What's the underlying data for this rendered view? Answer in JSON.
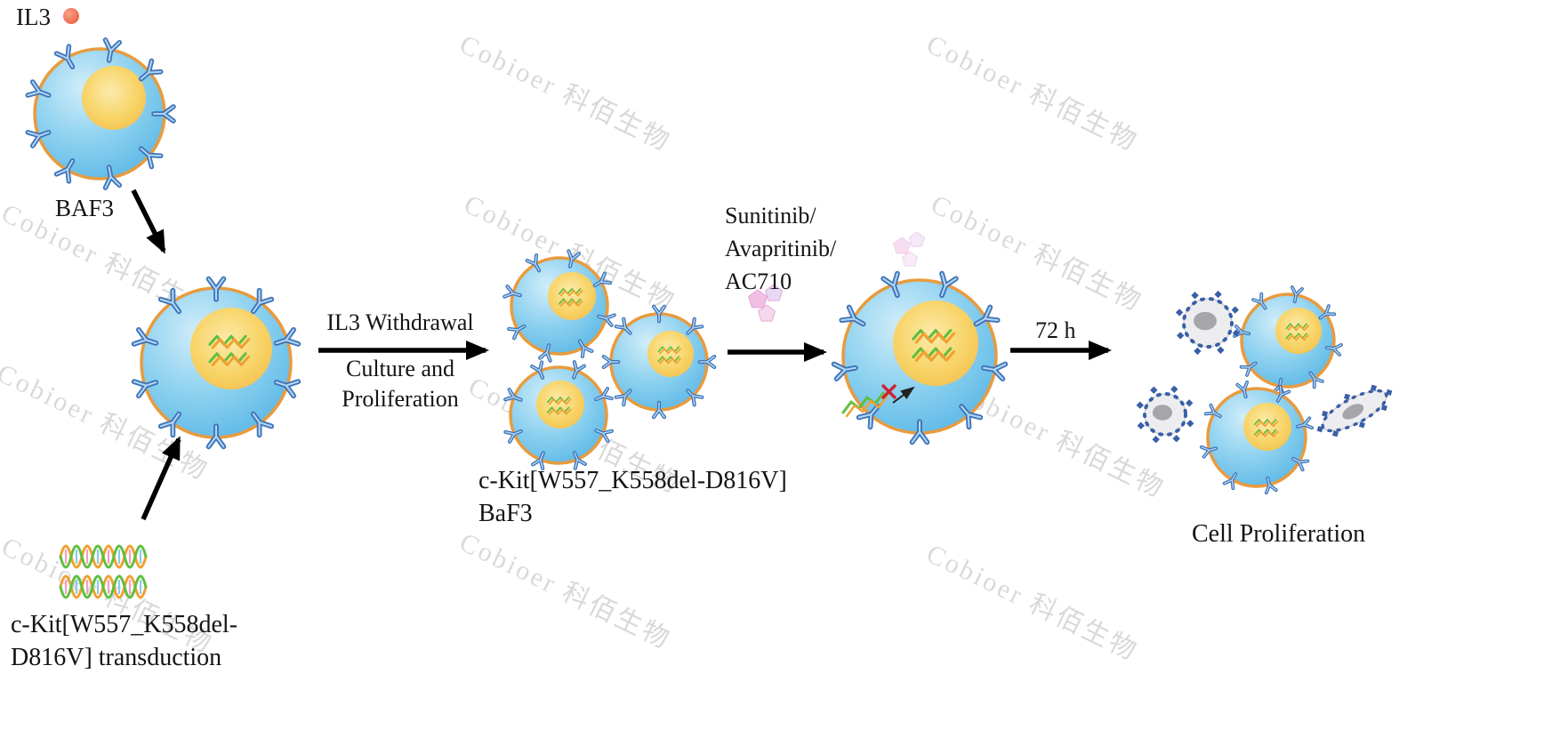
{
  "watermark": {
    "text": "Cobioer 科佰生物"
  },
  "labels": {
    "il3": "IL3",
    "baf3": "BAF3",
    "transduction_line1": "c-Kit[W557_K558del-",
    "transduction_line2": "D816V] transduction",
    "withdrawal": "IL3 Withdrawal",
    "culture_line1": "Culture and",
    "culture_line2": "Proliferation",
    "ckit_line1": "c-Kit[W557_K558del-D816V]",
    "ckit_line2": "BaF3",
    "drug_line1": "Sunitinib/",
    "drug_line2": "Avapritinib/",
    "drug_line3": "AC710",
    "duration": "72 h",
    "result": "Cell Proliferation"
  },
  "colors": {
    "membrane": "#E89B3E",
    "receptor_outline": "#3E72B8",
    "receptor_fill": "#AFD6F4",
    "arrow": "#000000",
    "dna_green": "#5FBF3F",
    "dna_orange": "#F0A030",
    "rung_pink": "#F2A0C0",
    "rung_blue": "#90C8E8",
    "drug_pink": "#F0BCE4",
    "drug_lavender": "#E6D6F4",
    "drug_light": "#F6D4EC",
    "dead_body": "#EDEDEF",
    "dead_nucleus": "#A6A6AA",
    "dead_membrane": "#3A5FA8",
    "il3_dot": "#EE7050",
    "inhibit_x": "#CC2233",
    "watermark": "#D3D3D3"
  },
  "icons": {
    "il3_ligand": "il3-ligand-icon",
    "receptor": "receptor-icon",
    "dna": "dna-icon",
    "dna_helix": "dna-helix-icon",
    "drug": "drug-molecule-icon",
    "dead_cell": "apoptotic-cell-icon"
  }
}
